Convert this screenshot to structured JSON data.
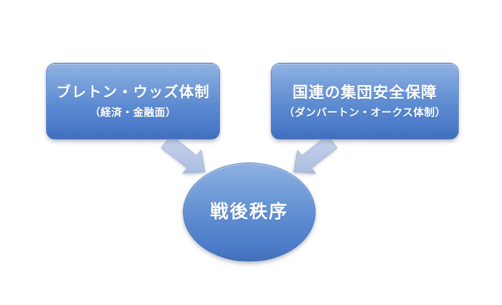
{
  "diagram": {
    "title": "postwar-order-diagram",
    "background_color": "#ffffff",
    "node_fill_top": "#8fb0e1",
    "node_fill_bottom": "#456fb9",
    "arrow_fill": "#bac8e5",
    "text_color": "#ffffff",
    "left_box": {
      "title": "ブレトン・ウッズ体制",
      "subtitle": "（経済・金融面）"
    },
    "right_box": {
      "title": "国連の集団安全保障",
      "subtitle": "（ダンバートン・オークス体制）"
    },
    "center_node": {
      "label": "戦後秩序"
    },
    "arrows": [
      {
        "name": "left-box-to-center",
        "direction": "down-right"
      },
      {
        "name": "right-box-to-center",
        "direction": "down-left"
      }
    ]
  }
}
